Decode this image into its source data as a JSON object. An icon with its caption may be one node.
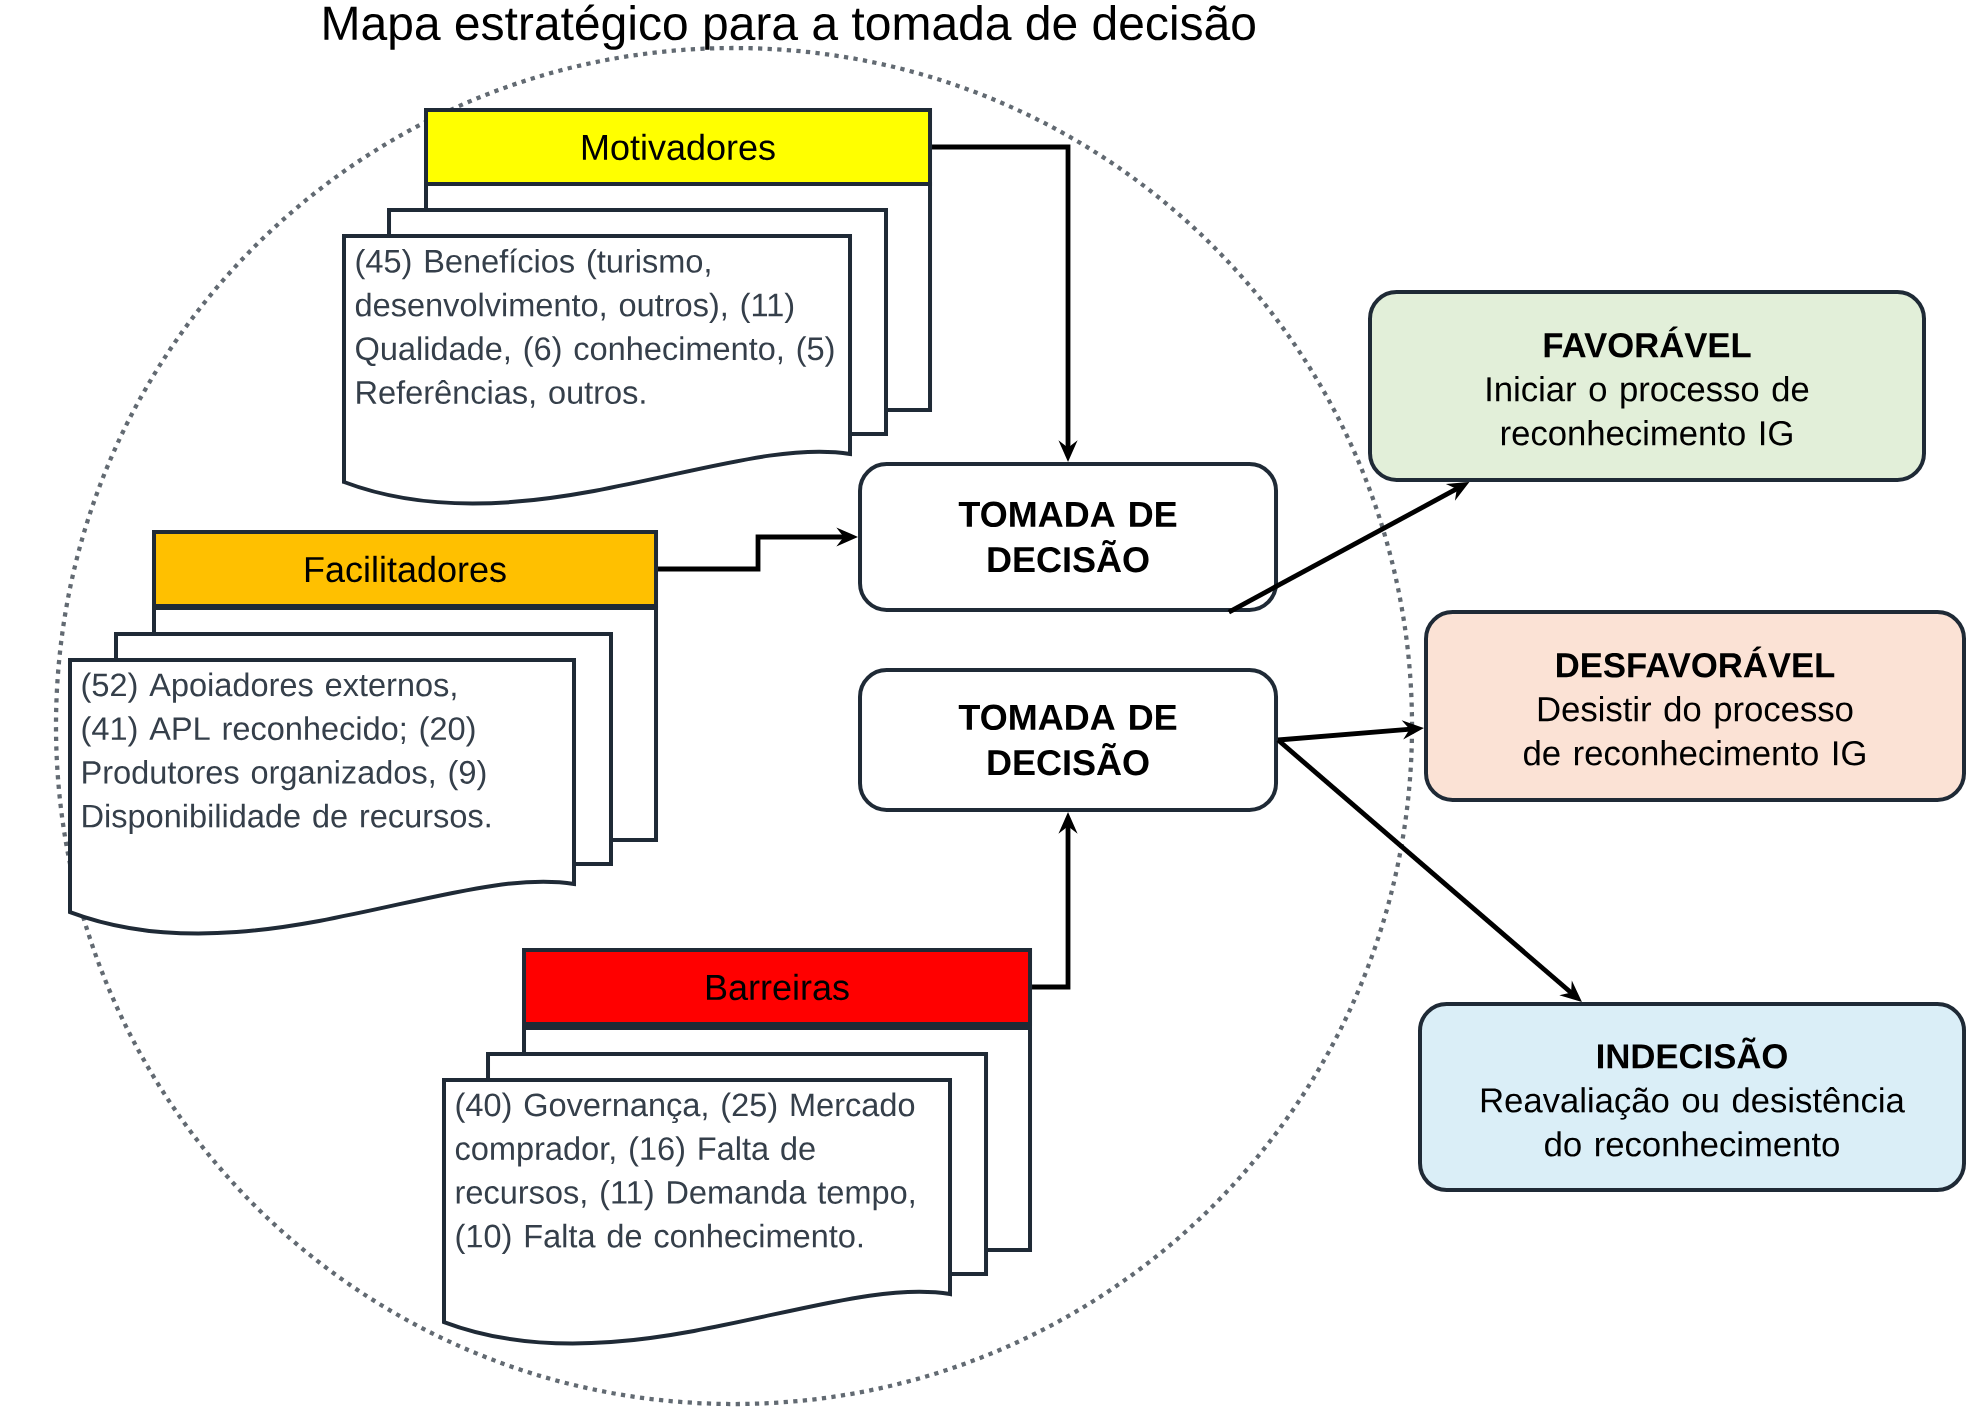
{
  "diagram": {
    "title": "Mapa estratégico para a tomada de decisão",
    "nodes": [
      {
        "text": [],
        "shape": "circle"
      },
      {
        "text": [
          "Motivadores"
        ],
        "in": 0
      },
      {
        "text": [
          "(45) Benefícios (turismo, desenvolvimento,  outros), (11) Qualidade, (6) conhecimento, (5) Referências, outros."
        ],
        "in": 0
      },
      {
        "text": [
          "Facilitadores"
        ],
        "in": 0
      },
      {
        "text": [
          "(52) Apoiadores externos, (41) APL reconhecido; (20) Produtores organizados, (9) Disponibilidade de recursos."
        ],
        "in": 0
      },
      {
        "text": [
          "TOMADA DE DECISÃO"
        ],
        "in": 0
      },
      {
        "text": [
          "TOMADA DE DECISÃO"
        ],
        "in": 0
      },
      {
        "text": [
          "Barreiras"
        ],
        "in": 0
      },
      {
        "text": [
          "(40) Governança, (25) Mercado comprador, (16) Falta de recursos, (11) Demanda tempo, (10) Falta de conhecimento."
        ],
        "in": 0
      },
      {
        "text": [
          "FAVORÁVEL",
          "Iniciar o processo de reconhecimento IG"
        ]
      },
      {
        "text": [
          "DESFAVORÁVEL",
          "Desistir do processo de reconhecimento IG"
        ]
      },
      {
        "text": [
          "INDECISÃO",
          "Reavaliação ou desistência do reconhecimento"
        ]
      }
    ],
    "edges": [
      {
        "from": 1,
        "to": 5,
        "arrow": "to"
      },
      {
        "from": 3,
        "to": 5,
        "arrow": "to"
      },
      {
        "from": 7,
        "to": 6,
        "arrow": "to"
      },
      {
        "from": 5,
        "to": 9,
        "arrow": "to"
      },
      {
        "from": 6,
        "to": 10,
        "arrow": "to"
      },
      {
        "from": 6,
        "to": 11,
        "arrow": "to"
      }
    ]
  }
}
